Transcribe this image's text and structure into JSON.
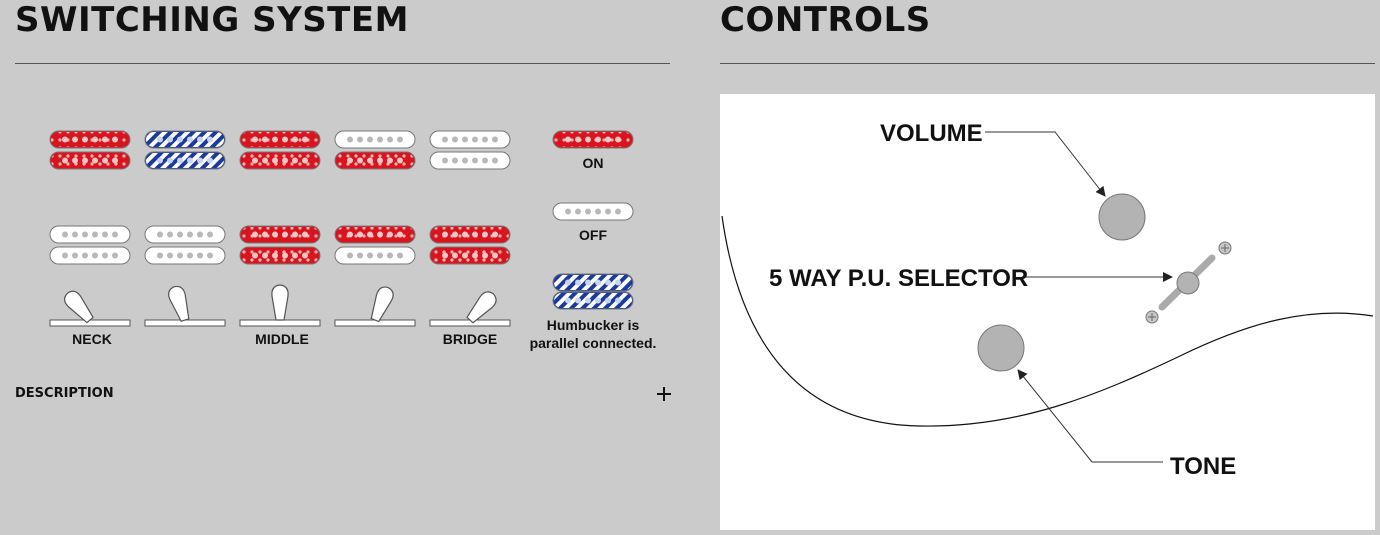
{
  "switching": {
    "title": "SWITCHING SYSTEM",
    "positions": [
      {
        "label": "NECK",
        "top": "on",
        "bottom": "on",
        "lever": "neck"
      },
      {
        "label": "",
        "top": "parallel",
        "bottom": "parallel",
        "lever": "neck-middle"
      },
      {
        "label": "MIDDLE",
        "top": "on",
        "bottom": "on",
        "lever": "middle"
      },
      {
        "label": "",
        "top": "off",
        "bottom": "on",
        "lever": "middle-bridge"
      },
      {
        "label": "BRIDGE",
        "top": "off",
        "bottom": "off",
        "lever": "bridge"
      }
    ],
    "row2": [
      {
        "top": "off",
        "bottom": "off"
      },
      {
        "top": "off",
        "bottom": "off"
      },
      {
        "top": "on",
        "bottom": "on"
      },
      {
        "top": "on",
        "bottom": "off"
      },
      {
        "top": "on",
        "bottom": "on"
      }
    ],
    "legend": {
      "on": "ON",
      "off": "OFF",
      "parallel_line1": "Humbucker is",
      "parallel_line2": "parallel connected."
    },
    "colors": {
      "on": "#d8151f",
      "parallel": "#1b3b9c",
      "off": "#ffffff"
    },
    "description_label": "DESCRIPTION"
  },
  "controls": {
    "title": "CONTROLS",
    "labels": {
      "volume": "VOLUME",
      "selector": "5 WAY P.U. SELECTOR",
      "tone": "TONE"
    }
  }
}
